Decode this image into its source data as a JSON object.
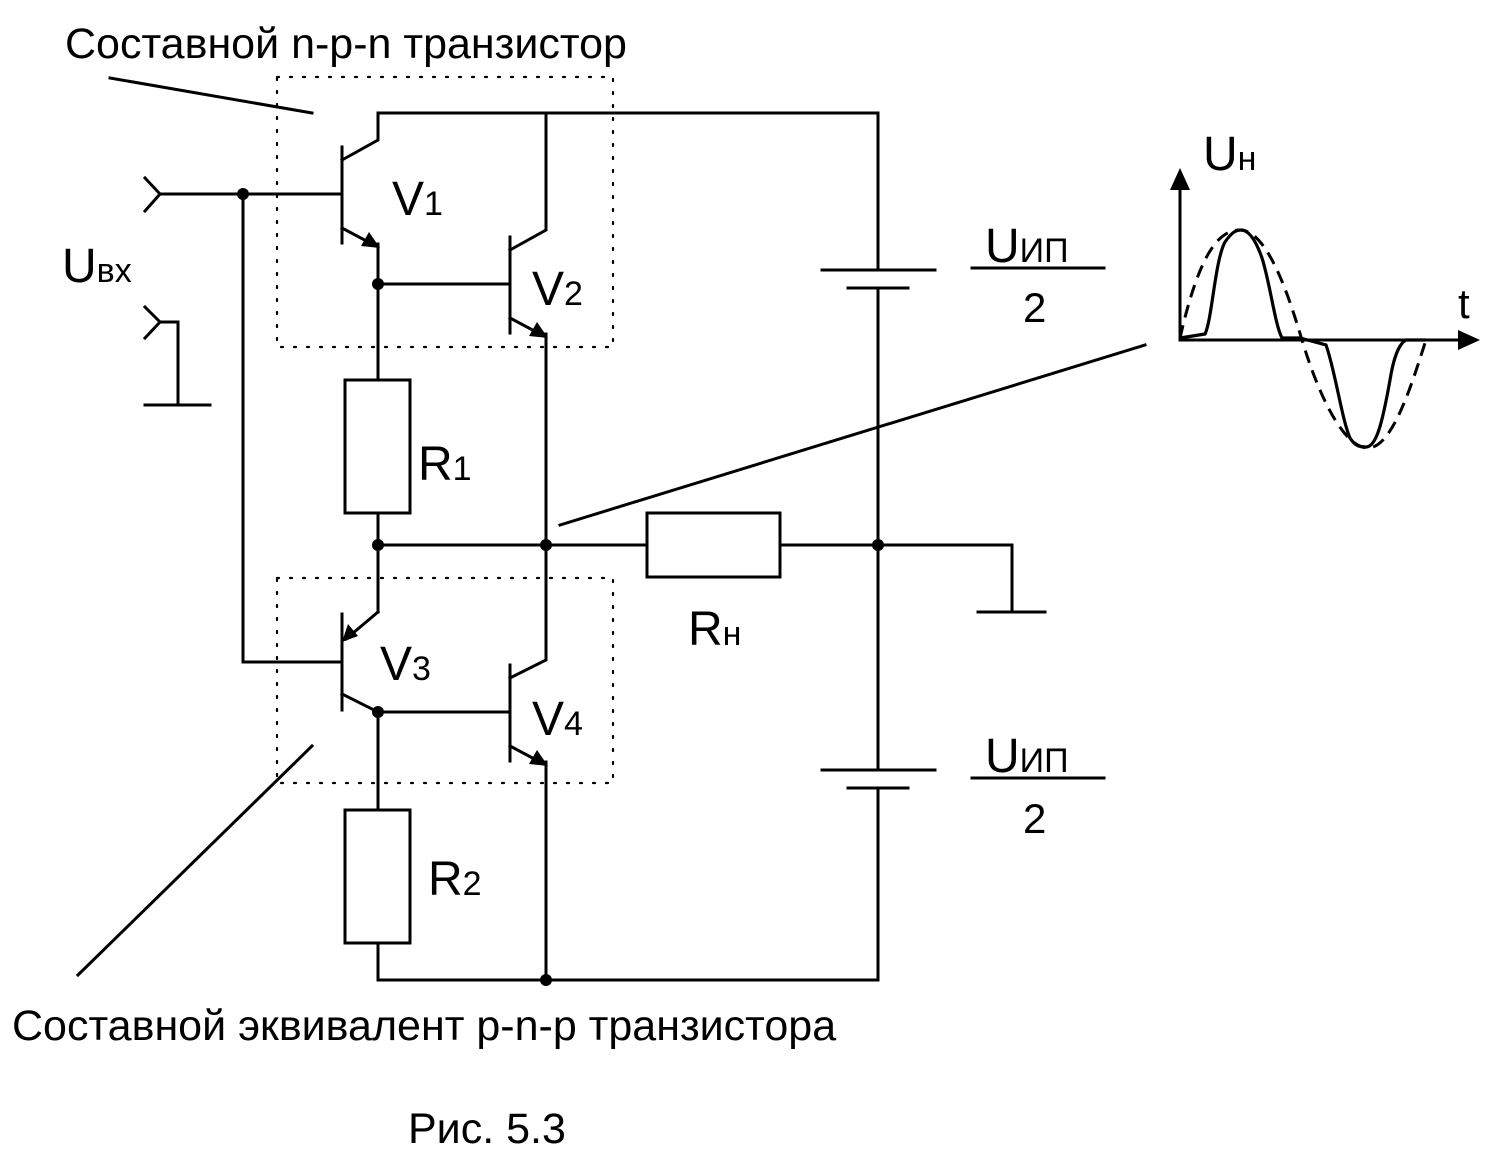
{
  "labels": {
    "npn_caption": "Составной n-p-n транзистор",
    "pnp_caption": "Составной эквивалент p-n-p транзистора",
    "figure_caption": "Рис. 5.3",
    "input": {
      "main": "U",
      "sub": "вх"
    },
    "v1": {
      "main": "V",
      "sub": "1"
    },
    "v2": {
      "main": "V",
      "sub": "2"
    },
    "v3": {
      "main": "V",
      "sub": "3"
    },
    "v4": {
      "main": "V",
      "sub": "4"
    },
    "r1": {
      "main": "R",
      "sub": "1"
    },
    "r2": {
      "main": "R",
      "sub": "2"
    },
    "rload": {
      "main": "R",
      "sub": "н"
    },
    "supply_top": {
      "main": "U",
      "sub": "ИП",
      "denominator": "2"
    },
    "supply_bottom": {
      "main": "U",
      "sub": "ИП",
      "denominator": "2"
    },
    "graph_y": {
      "main": "U",
      "sub": "н"
    },
    "graph_x": "t"
  },
  "colors": {
    "ink": "#000000",
    "background": "#ffffff"
  }
}
